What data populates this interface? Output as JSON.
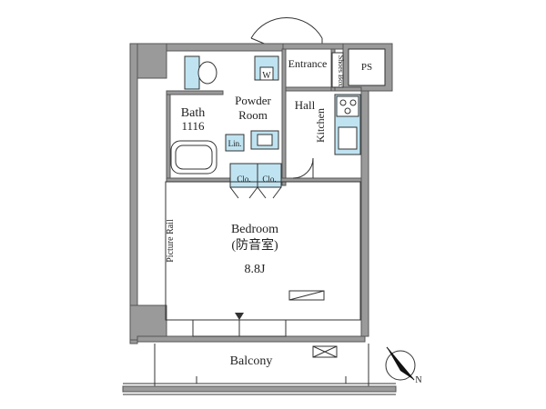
{
  "rooms": {
    "entrance": "Entrance",
    "shoes_box": "Shoes Box",
    "ps": "PS",
    "powder_room": [
      "Powder",
      "Room"
    ],
    "bath": [
      "Bath",
      "1116"
    ],
    "hall": "Hall",
    "kitchen": "Kitchen",
    "linen": "Lin.",
    "washer": "W",
    "closet_left": "Clo.",
    "closet_right": "Clo.",
    "bedroom": [
      "Bedroom",
      "(防音室)",
      "8.8J"
    ],
    "picture_rail": "Picture Rail",
    "balcony": "Balcony"
  },
  "compass": {
    "north_label": "N"
  },
  "colors": {
    "wall": "#9a9a9a",
    "fixture_fill": "#bfe3f1",
    "line": "#333333"
  }
}
